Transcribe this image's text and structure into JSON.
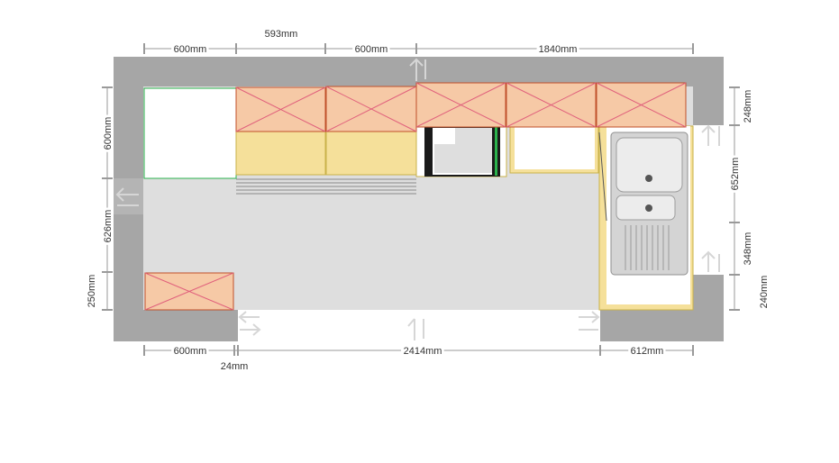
{
  "plan": {
    "colors": {
      "wall": "#a6a6a6",
      "floor": "#dedede",
      "wall_unit": "#f6c9a6",
      "wall_unit_stroke": "#c0502a",
      "cross": "#e0607c",
      "base_unit": "#f5e09a",
      "appliance_outline": "#2bb24c",
      "opening": "#ffffff"
    },
    "dimensions": {
      "top": [
        "600mm",
        "593mm",
        "600mm",
        "1840mm"
      ],
      "bottom": [
        "600mm",
        "24mm",
        "2414mm",
        "612mm"
      ],
      "left": [
        "600mm",
        "626mm",
        "250mm"
      ],
      "right": [
        "248mm",
        "652mm",
        "348mm",
        "240mm"
      ]
    },
    "icons": [
      "door-swing-arrow-icon",
      "sink-basin-icon",
      "drain-icon",
      "cross-unit-icon"
    ]
  }
}
